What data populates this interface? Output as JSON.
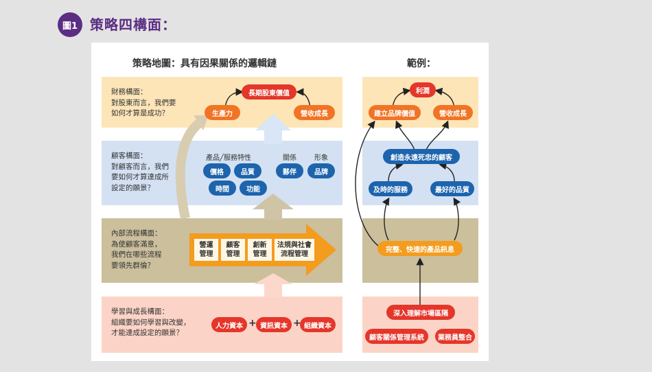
{
  "figure": {
    "badge": "圖1",
    "title": "策略四構面："
  },
  "headings": {
    "left": "策略地圖：具有因果關係的邏輯鏈",
    "right": "範例："
  },
  "bands": {
    "financial": {
      "label": [
        "財務構面：",
        "對股東而言，我們要",
        "如何才算是成功？"
      ],
      "ovals": {
        "top": "長期股東價值",
        "left": "生產力",
        "right": "營收成長"
      }
    },
    "customer": {
      "label": [
        "顧客構面：",
        "對顧客而言，我們",
        "要如何才算達成所",
        "設定的願景？"
      ],
      "categories": {
        "product": "產品╱服務特性",
        "relation": "關係",
        "image": "形象"
      },
      "ovals": {
        "price": "價格",
        "quality": "品質",
        "partner": "夥伴",
        "brand": "品牌",
        "time": "時間",
        "function": "功能"
      }
    },
    "internal": {
      "label": [
        "內部流程構面：",
        "為使顧客滿意，",
        "我們在哪些流程",
        "要領先群倫？"
      ],
      "boxes": [
        {
          "l1": "營運",
          "l2": "管理"
        },
        {
          "l1": "顧客",
          "l2": "管理"
        },
        {
          "l1": "創新",
          "l2": "管理"
        },
        {
          "l1": "法規與社會",
          "l2": "流程管理"
        }
      ]
    },
    "learning": {
      "label": [
        "學習與成長構面：",
        "組織要如何學習與改變，",
        "才能達成設定的願景？"
      ],
      "ovals": {
        "human": "人力資本",
        "info": "資訊資本",
        "org": "組織資本"
      },
      "plus": "+"
    }
  },
  "example": {
    "profit": "利潤",
    "brand_value": "建立品牌價值",
    "revenue": "營收成長",
    "loyal": "創造永遠死忠的顧客",
    "timely": "及時的服務",
    "best_quality": "最好的品質",
    "info": "完整、快速的產品訊息",
    "market": "深入理解市場區隔",
    "crm": "顧客關係管理系統",
    "sales": "業務員整合"
  }
}
